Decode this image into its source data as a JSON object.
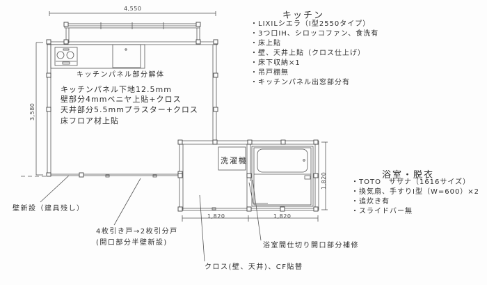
{
  "dimensions": {
    "top_width": "4,550",
    "left_height": "3,580",
    "bottom_left": "1,820",
    "bottom_right": "1,820",
    "right_height": "1,820"
  },
  "kitchen_spec": {
    "title": "キッチン",
    "items": [
      "・LIXILシエラ（I型2550タイプ）",
      "・3つ口IH、シロッコファン、食洗有",
      "・床上貼",
      "・壁、天井上貼（クロス仕上げ）",
      "・床下収納×1",
      "・吊戸棚無",
      "・キッチンパネル出窓部分有"
    ]
  },
  "bath_spec": {
    "title": "浴室・脱衣",
    "items": [
      "・TOTO　サザナ（1616サイズ）",
      "・換気扇、手すりI型（W=600）×2",
      "・追炊き有",
      "・スライドバー無"
    ]
  },
  "kitchen_notes": {
    "panel_removal": "キッチンパネル部分解体",
    "lines": [
      "キッチンパネル下地12.5mm",
      "壁部分4mmベニヤ上貼+クロス",
      "天井部分5.5mmプラスター+クロス",
      "床フロア材上貼"
    ]
  },
  "fixtures": {
    "washing_machine": "洗濯機"
  },
  "callouts": {
    "new_wall": "壁新設（建具残し）",
    "sliding_door_line1": "4枚引き戸→2枚引分戸",
    "sliding_door_line2": "(開口部分半壁新設)",
    "bath_partition": "浴室間仕切り開口部分補修",
    "cloth_cf": "クロス(壁、天井)、CF貼替"
  }
}
